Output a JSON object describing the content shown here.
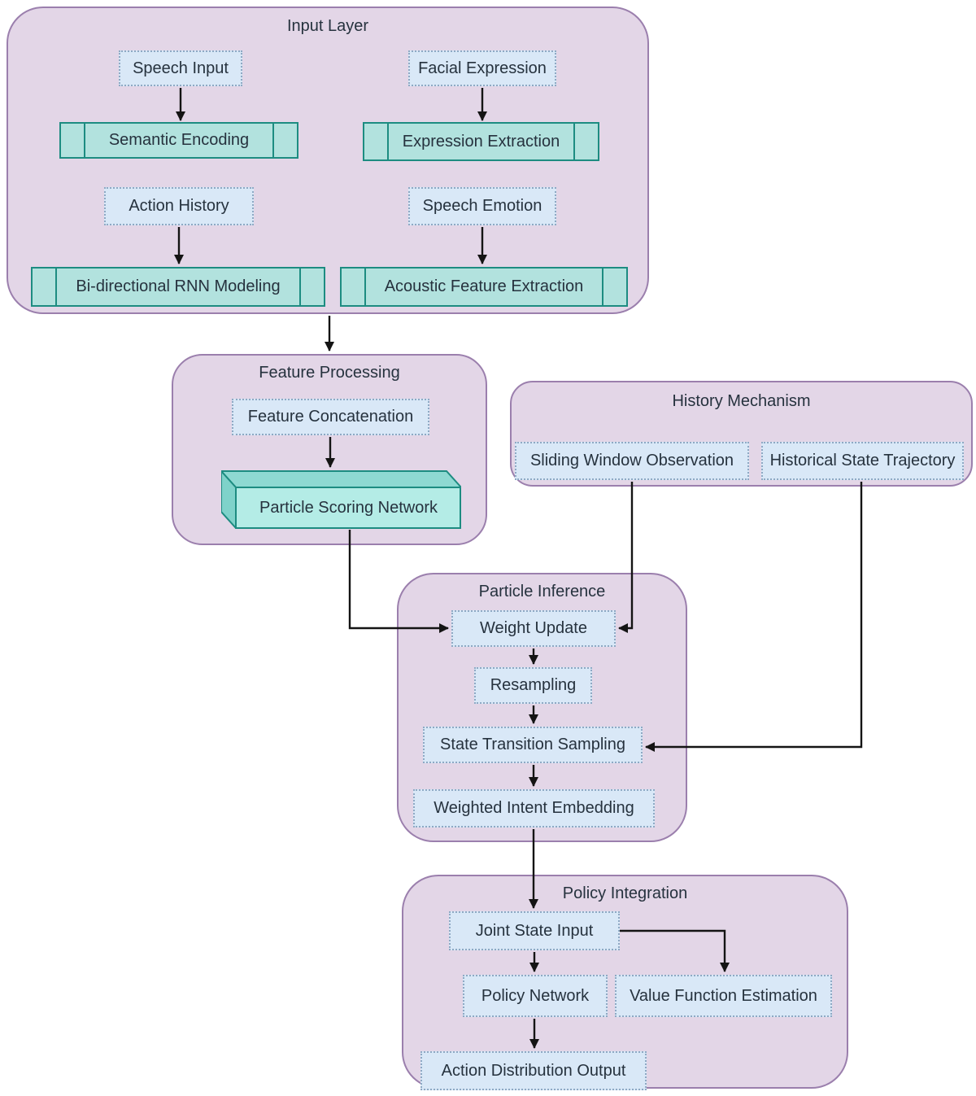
{
  "page": {
    "background": "#ffffff"
  },
  "palette": {
    "page_bg": "#ffffff",
    "container_fill": "#e3d6e7",
    "container_border": "#9b7fad",
    "node_fill": "#d9e8f7",
    "node_border": "#8ea9c4",
    "process_fill": "#b2e2de",
    "process_border": "#1d8c81",
    "process3d_front": "#b4ece6",
    "process3d_top": "#8ed9d2",
    "process3d_side": "#7fd2ca",
    "text_color": "#26323e",
    "arrow_color": "#141414"
  },
  "containers": {
    "input_layer": {
      "title": "Input Layer"
    },
    "feature_processing": {
      "title": "Feature Processing"
    },
    "history_mechanism": {
      "title": "History Mechanism"
    },
    "particle_inference": {
      "title": "Particle Inference"
    },
    "policy_integration": {
      "title": "Policy Integration"
    }
  },
  "nodes": {
    "speech_input": "Speech Input",
    "facial_expression": "Facial Expression",
    "semantic_encoding": "Semantic Encoding",
    "expression_extraction": "Expression Extraction",
    "action_history": "Action History",
    "speech_emotion": "Speech Emotion",
    "bidirectional_rnn_modeling": "Bi-directional RNN Modeling",
    "acoustic_feature_extraction": "Acoustic Feature Extraction",
    "feature_concatenation": "Feature Concatenation",
    "particle_scoring_network": "Particle Scoring Network",
    "sliding_window_observation": "Sliding Window Observation",
    "historical_state_trajectory": "Historical State Trajectory",
    "weight_update": "Weight Update",
    "resampling": "Resampling",
    "state_transition_sampling": "State Transition Sampling",
    "weighted_intent_embedding": "Weighted Intent Embedding",
    "joint_state_input": "Joint State Input",
    "policy_network": "Policy Network",
    "value_function_estimation": "Value Function Estimation",
    "action_distribution_output": "Action Distribution Output"
  },
  "edges": [
    {
      "from": "speech_input",
      "to": "semantic_encoding"
    },
    {
      "from": "facial_expression",
      "to": "expression_extraction"
    },
    {
      "from": "action_history",
      "to": "bidirectional_rnn_modeling"
    },
    {
      "from": "speech_emotion",
      "to": "acoustic_feature_extraction"
    },
    {
      "from": "input_layer",
      "to": "feature_processing"
    },
    {
      "from": "feature_concatenation",
      "to": "particle_scoring_network"
    },
    {
      "from": "particle_scoring_network",
      "to": "weight_update"
    },
    {
      "from": "sliding_window_observation",
      "to": "weight_update"
    },
    {
      "from": "historical_state_trajectory",
      "to": "state_transition_sampling"
    },
    {
      "from": "weight_update",
      "to": "resampling"
    },
    {
      "from": "resampling",
      "to": "state_transition_sampling"
    },
    {
      "from": "state_transition_sampling",
      "to": "weighted_intent_embedding"
    },
    {
      "from": "weighted_intent_embedding",
      "to": "joint_state_input"
    },
    {
      "from": "joint_state_input",
      "to": "policy_network"
    },
    {
      "from": "joint_state_input",
      "to": "value_function_estimation"
    },
    {
      "from": "policy_network",
      "to": "action_distribution_output"
    }
  ]
}
